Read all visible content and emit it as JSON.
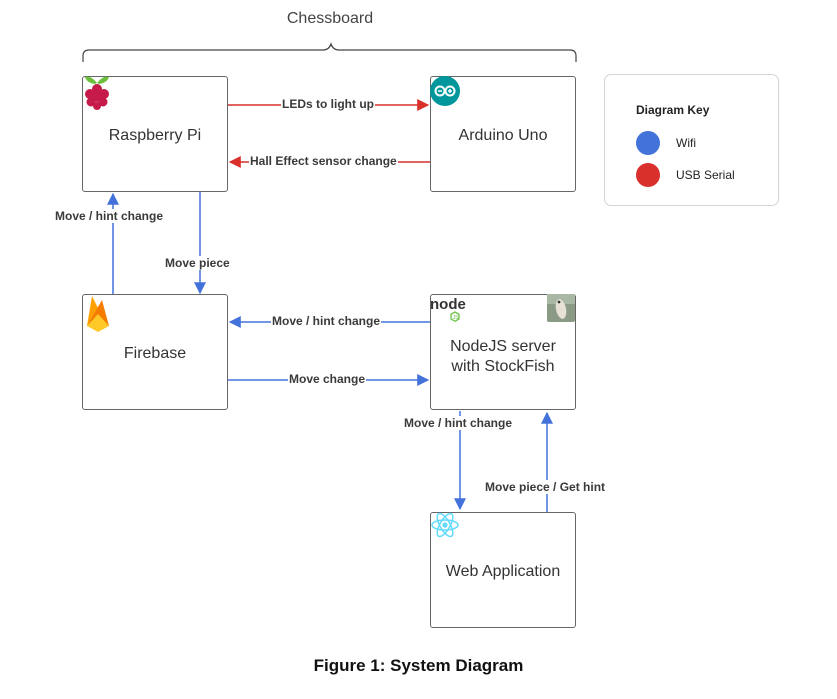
{
  "group": {
    "title": "Chessboard"
  },
  "nodes": {
    "raspberry_pi": "Raspberry Pi",
    "arduino": "Arduino Uno",
    "firebase": "Firebase",
    "node_server_line1": "NodeJS server",
    "node_server_line2": "with StockFish",
    "web_app": "Web Application"
  },
  "edges": {
    "leds": "LEDs to light up",
    "hall": "Hall Effect sensor change",
    "fb_to_pi": "Move / hint change",
    "pi_to_fb": "Move piece",
    "node_to_fb": "Move / hint change",
    "fb_to_node": "Move change",
    "node_to_web": "Move / hint change",
    "web_to_node": "Move piece / Get hint"
  },
  "legend": {
    "title": "Diagram Key",
    "items": [
      {
        "label": "Wifi",
        "color": "#4472db"
      },
      {
        "label": "USB Serial",
        "color": "#d9302c"
      }
    ]
  },
  "icons": {
    "raspberry": "raspberry-pi-icon",
    "arduino": "arduino-icon",
    "firebase": "firebase-icon",
    "node": "nodejs-icon",
    "stockfish": "stockfish-icon",
    "react": "react-icon"
  },
  "colors": {
    "wifi": "#4472db",
    "usb": "#d9302c"
  },
  "caption": "Figure 1: System Diagram"
}
